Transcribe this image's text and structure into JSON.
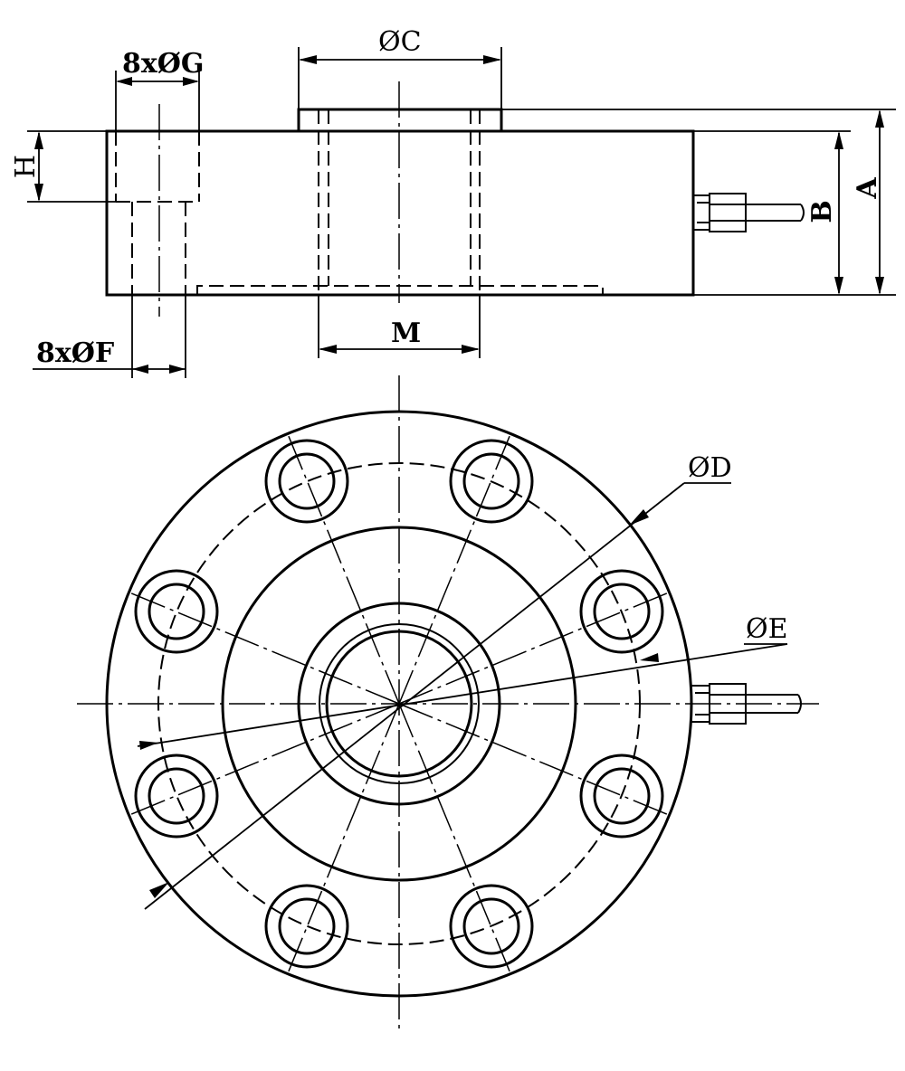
{
  "labels": {
    "phi_c": "ØC",
    "g_holes": "8xØG",
    "f_holes": "8xØF",
    "h": "H",
    "a": "A",
    "b": "B",
    "m": "M",
    "phi_d": "ØD",
    "phi_e": "ØE"
  }
}
